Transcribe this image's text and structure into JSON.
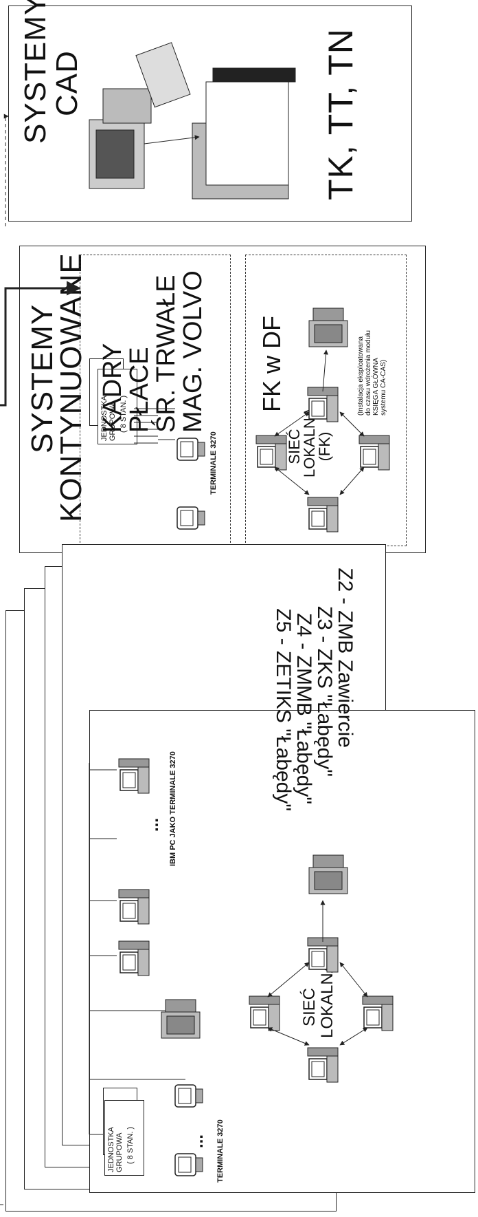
{
  "cad": {
    "title_line1": "SYSTEMY",
    "title_line2": "CAD",
    "subtitle": "TK, TT, TN"
  },
  "kontynuowane": {
    "title_line1": "SYSTEMY",
    "title_line2": "KONTYNUOWANE",
    "group": {
      "line1": "JEDNOSTKA",
      "line2": "GRUPOWA",
      "line3": "( 8 STAN. )",
      "terminals": "TERMINALE 3270",
      "ellipsis": "..."
    },
    "list": [
      "KADRY",
      "PŁACE",
      "ŚR. TRWAŁE",
      "MAG. VOLVO"
    ],
    "fk": {
      "title": "FK w DF",
      "net_line1": "SIEĆ",
      "net_line2": "LOKALNA",
      "net_line3": "(FK)",
      "note": [
        "(Instalacja eksploatowana",
        "do czasu wdrożenia modułu",
        "KSIĘGA GŁÓWNA",
        "systemu CA-CAS)"
      ]
    }
  },
  "plants": {
    "sheets": [
      "Z2 - ZMB Zawiercie",
      "Z3 - ZKS \"Łabędy\"",
      "Z4 - ZMMB \"Łabędy\"",
      "Z5 - ZETIKS \"Łabędy\""
    ],
    "group": {
      "line1": "JEDNOSTKA",
      "line2": "GRUPOWA",
      "line3": "( 8 STAN. )",
      "terminals": "TERMINALE 3270",
      "ellipsis": "..."
    },
    "pc_label": "IBM PC JAKO  TERMINALE 3270",
    "pc_ellipsis": "...",
    "net_line1": "SIEĆ",
    "net_line2": "LOKALNA"
  }
}
